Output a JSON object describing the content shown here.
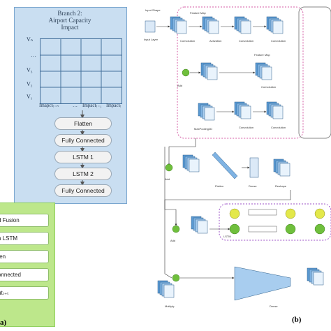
{
  "branch": {
    "title_line1": "Branch 2:",
    "title_line2": "Airport Capacity",
    "title_line3": "Impact",
    "row_labels": [
      "Vₙ",
      "V₃",
      "V₂",
      "V₁"
    ],
    "row_dots": "…",
    "col_labels": [
      "Imapctₜ₋ₙ",
      "…",
      "Impactₜ₋₁",
      "Impactₜ"
    ],
    "layers": [
      "Flatten",
      "Fully Connected",
      "LSTM 1",
      "LSTM 2",
      "Fully Connected"
    ]
  },
  "left_panel": {
    "items": [
      "d Fusion",
      "n LSTM",
      "ten",
      "onnected",
      "utₜ₊ₜ"
    ]
  },
  "labels": {
    "a": "a)",
    "b": "(b)"
  },
  "flow": {
    "input_label": "Input Shape",
    "input_sub": "Input Layer",
    "feature_map": "Feature Map",
    "convolution": "Convolution",
    "activation": "Activation",
    "maxpooling": "MaxPooling2D",
    "add": "Add",
    "flatten": "Flatten",
    "dense": "Dense",
    "reshape": "Reshape",
    "lstm": "LSTM",
    "multiply": "Multiply",
    "dense2": "Dense"
  }
}
